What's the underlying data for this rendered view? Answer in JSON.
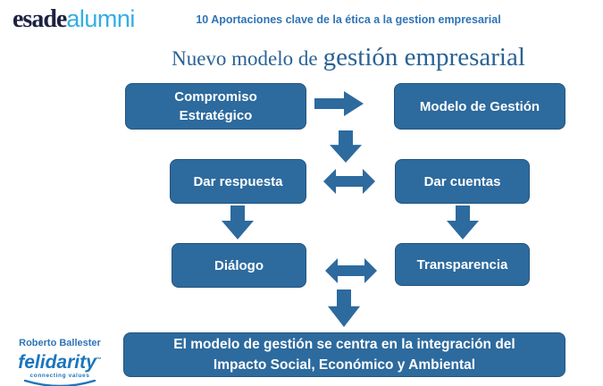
{
  "colors": {
    "background": "#FFFFFF",
    "box_fill": "#2D6A9E",
    "box_border": "#24557C",
    "box_text": "#FFFFFF",
    "arrow": "#2D6A9E",
    "subtitle_text": "#2E74B5",
    "title_text": "#2A6295",
    "logo_esade": "#1C2240",
    "logo_alumni": "#33AEE2",
    "felidarity": "#1B75BC"
  },
  "header": {
    "logo_primary": "esade",
    "logo_secondary": "alumni",
    "subtitle": "10 Aportaciones clave de la ética a la gestion empresarial"
  },
  "title": {
    "prefix": "Nuevo modelo de",
    "emphasis": "gestión empresarial"
  },
  "diagram": {
    "compromiso_line1": "Compromiso",
    "compromiso_line2": "Estratégico",
    "modelo": "Modelo de Gestión",
    "dar_respuesta": "Dar respuesta",
    "dar_cuentas": "Dar cuentas",
    "dialogo": "Diálogo",
    "transparencia": "Transparencia",
    "conclusion_line1": "El modelo de gestión se centra en la integración del",
    "conclusion_line2": "Impacto Social, Económico y Ambiental"
  },
  "footer": {
    "author": "Roberto Ballester",
    "brand": "felidarity",
    "brand_mark": "™",
    "tagline": "connecting values"
  }
}
